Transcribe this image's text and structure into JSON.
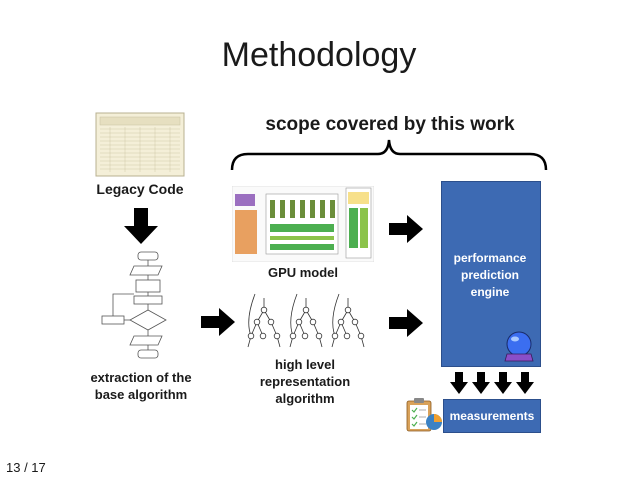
{
  "slide": {
    "title": "Methodology",
    "scope_label": "scope covered by this work",
    "page_number": "13 / 17"
  },
  "nodes": {
    "legacy_code": "Legacy Code",
    "gpu_model": "GPU model",
    "extraction_line1": "extraction of the",
    "extraction_line2": "base algorithm",
    "high_level_line1": "high level",
    "high_level_line2": "representation",
    "high_level_line3": "algorithm",
    "engine_line1": "performance",
    "engine_line2": "prediction",
    "engine_line3": "engine",
    "measurements": "measurements"
  },
  "colors": {
    "engine_fill": "#3d6ab3",
    "arrow": "#000000",
    "gpu_orange": "#e8a060",
    "gpu_green": "#4caf50"
  }
}
